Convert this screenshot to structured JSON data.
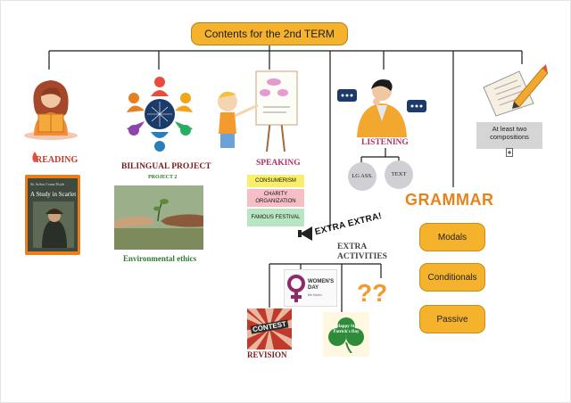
{
  "title": "Contents for the 2nd TERM",
  "reading": {
    "label": "READING",
    "book_title": "A Study in Scarlet",
    "book_author": "Sir Arthur Conan Doyle"
  },
  "bilingual": {
    "label": "BILINGUAL PROJECT",
    "sublabel": "PROJECT 2",
    "topic": "Environmental ethics"
  },
  "speaking": {
    "label": "SPEAKING",
    "topics": [
      {
        "text": "CONSUMERISM",
        "color": "#f9ef6b"
      },
      {
        "text": "CHARITY ORGANIZATION",
        "color": "#f6bfc6"
      },
      {
        "text": "FAMOUS FESTIVAL",
        "color": "#b8e6c3"
      }
    ]
  },
  "listening": {
    "label": "LISTENING",
    "items": [
      "LG ASS.",
      "TEXT"
    ]
  },
  "extra": {
    "label": "EXTRA ACTIVITIES",
    "sticker": "EXTRA EXTRA!",
    "womens_day": {
      "title": "WOMEN'S DAY",
      "date": "8th March"
    },
    "contest": "CONTEST",
    "patricks": "Happy St. Patrick's Day",
    "revision": "REVISION"
  },
  "grammar": {
    "title": "GRAMMAR",
    "items": [
      "Modals",
      "Conditionals",
      "Passive"
    ]
  },
  "writing": {
    "text": "At least two compositions"
  },
  "colors": {
    "accent": "#f5b22c",
    "reading_red": "#c0392b",
    "speaking_pink": "#b0306a",
    "grammar_orange": "#e8821a"
  }
}
